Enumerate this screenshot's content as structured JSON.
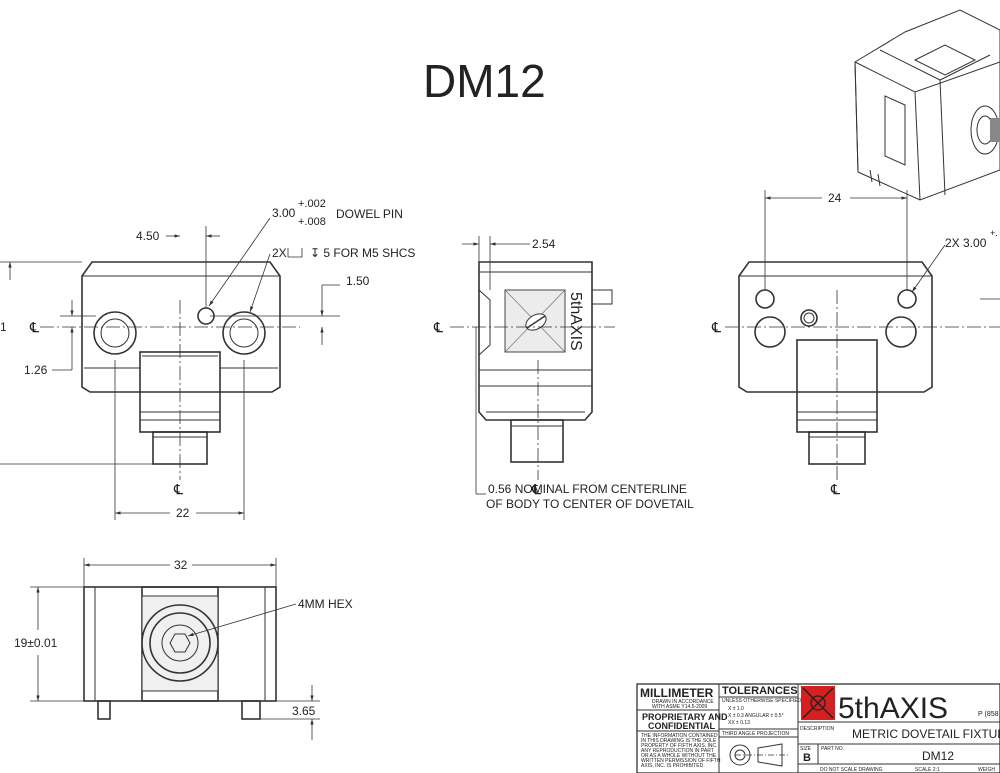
{
  "title": "DM12",
  "front_view": {
    "dim_4_50": "4.50",
    "dim_3_00": "3.00",
    "tol_plus": "+.002",
    "tol_plus2": "+.008",
    "dowel_pin": "DOWEL PIN",
    "counterbore": "2X",
    "counterbore_note": "↧ 5 FOR M5 SHCS",
    "dim_1_50": "1.50",
    "dim_1_26": "1.26",
    "dim_22": "22",
    "dim_left_partial": "1"
  },
  "side_view": {
    "dim_2_54": "2.54",
    "note_line1": "0.56 NOMINAL FROM CENTERLINE",
    "note_line2": "OF BODY TO CENTER OF DOVETAIL",
    "logo": "5thAXIS"
  },
  "right_view": {
    "dim_24": "24",
    "dim_2x_3_00": "2X 3.00",
    "tol_partial": "+."
  },
  "top_view": {
    "dim_32": "32",
    "dim_19": "19±0.01",
    "dim_3_65": "3.65",
    "hex_note": "4MM HEX"
  },
  "centerline_symbol": "℄",
  "title_block": {
    "units": "MILLIMETER",
    "drawn_in": "DRAWN IN ACCORDANCE",
    "drawn_in2": "WITH ASME Y14.5-2009",
    "proprietary": "PROPRIETARY AND",
    "confidential": "CONFIDENTIAL",
    "info_lines": [
      "THE INFORMATION CONTAINED",
      "IN THIS DRAWING IS THE SOLE",
      "PROPERTY OF FIFTH AXIS, INC.",
      "ANY REPRODUCTION IN PART",
      "OR AS A WHOLE WITHOUT THE",
      "WRITTEN PERMISSION OF FIFTH",
      "AXIS, INC. IS PROHIBITED."
    ],
    "tolerances": "TOLERANCES",
    "unless": "UNLESS OTHERWISE SPECIFIED",
    "tol_x": "X ± 1.0",
    "tol_xx": "X ± 0.3   ANGULAR ± 0.5°",
    "tol_xxx": "XX ± 0.13",
    "projection": "THIRD ANGLE PROJECTION",
    "company": "5thAXIS",
    "phone": "P (858",
    "description_label": "DESCRIPTION",
    "description": "METRIC DOVETAIL FIXTUR",
    "size_label": "SIZE",
    "size": "B",
    "part_label": "PART NO.",
    "part_no": "DM12",
    "no_scale": "DO NOT SCALE DRAWING",
    "scale": "SCALE 2:1",
    "weight": "WEIGH"
  }
}
